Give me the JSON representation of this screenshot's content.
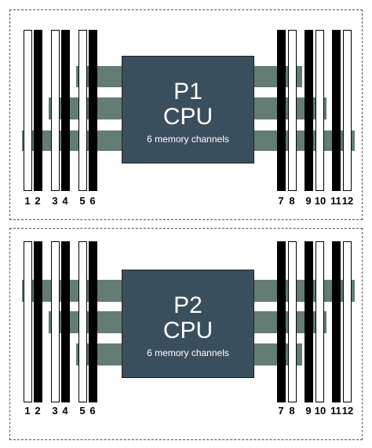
{
  "processors": [
    {
      "name": "P1",
      "label": "CPU",
      "subtitle": "6 memory channels",
      "slots_left": [
        "1",
        "2",
        "3",
        "4",
        "5",
        "6"
      ],
      "slots_right": [
        "7",
        "8",
        "9",
        "10",
        "11",
        "12"
      ]
    },
    {
      "name": "P2",
      "label": "CPU",
      "subtitle": "6 memory channels",
      "slots_left": [
        "1",
        "2",
        "3",
        "4",
        "5",
        "6"
      ],
      "slots_right": [
        "7",
        "8",
        "9",
        "10",
        "11",
        "12"
      ]
    }
  ],
  "colors": {
    "cpu_fill": "#3a4f5e",
    "channel_fill": "#637c74",
    "dimm_white": "#ffffff",
    "dimm_black": "#000000",
    "border": "#555555"
  }
}
